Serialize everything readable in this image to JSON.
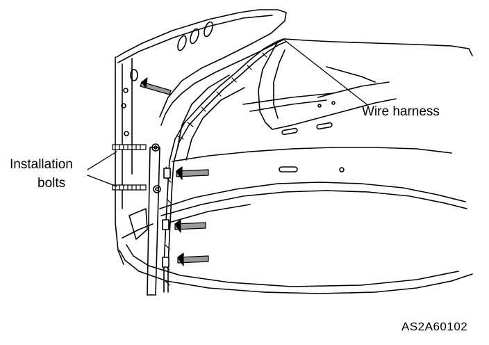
{
  "labels": {
    "installation_line1": "Installation",
    "installation_line2": "bolts",
    "wire_harness": "Wire harness",
    "figure_code": "AS2A60102"
  },
  "colors": {
    "ink": "#000000",
    "paper": "#ffffff",
    "shade": "#9a9a9a"
  }
}
